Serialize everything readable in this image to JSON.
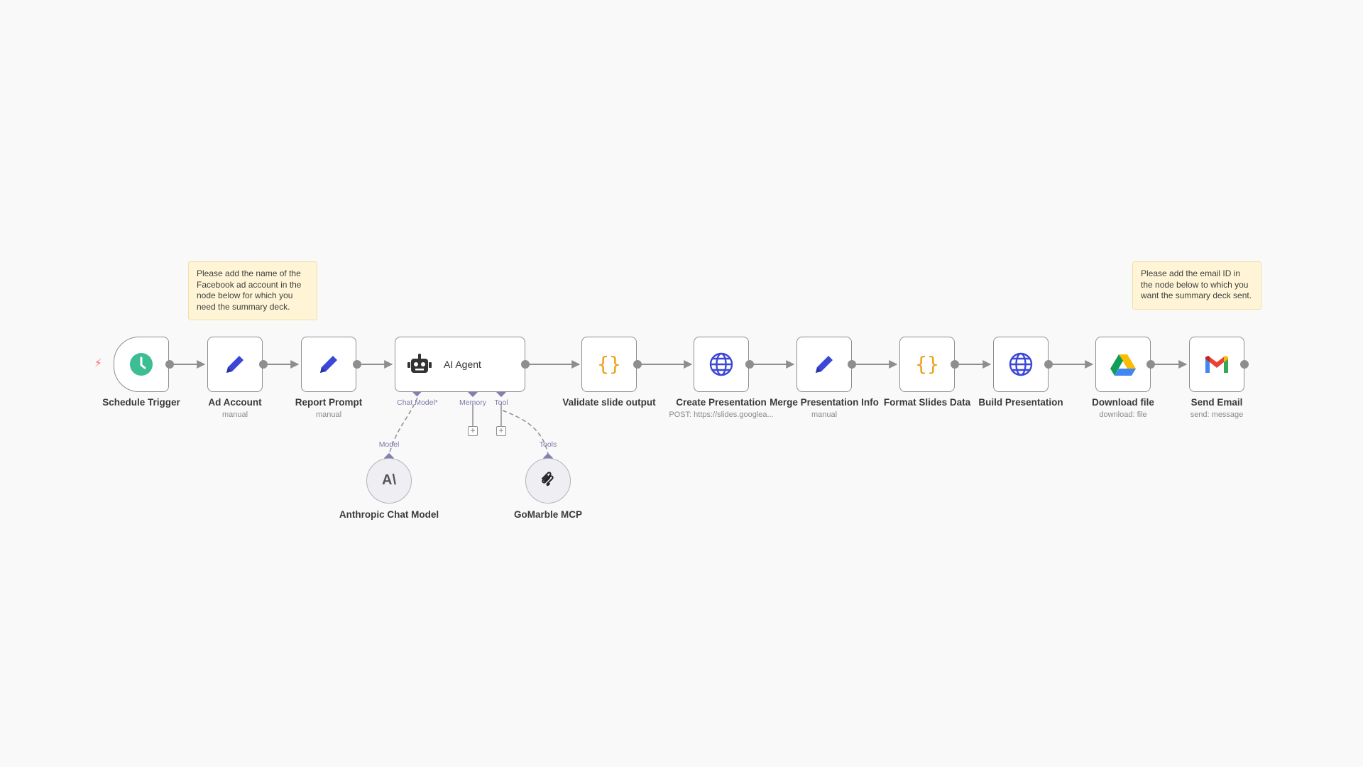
{
  "sticky_notes": [
    {
      "text": "Please add the name of the Facebook ad account in the node below for which you need the summary deck."
    },
    {
      "text": "Please add the email ID in the node below to which you want the summary deck sent."
    }
  ],
  "nodes": {
    "schedule_trigger": {
      "title": "Schedule Trigger",
      "icon": "clock-icon"
    },
    "ad_account": {
      "title": "Ad Account",
      "subtitle": "manual",
      "icon": "pencil-icon"
    },
    "report_prompt": {
      "title": "Report Prompt",
      "subtitle": "manual",
      "icon": "pencil-icon"
    },
    "ai_agent": {
      "title": "AI Agent",
      "icon": "robot-icon",
      "ports": {
        "chat_model": "Chat Model*",
        "memory": "Memory",
        "tool": "Tool"
      }
    },
    "validate_slide_output": {
      "title": "Validate slide output",
      "icon": "braces-icon"
    },
    "create_presentation": {
      "title": "Create Presentation",
      "subtitle": "POST: https://slides.googlea...",
      "icon": "globe-icon"
    },
    "merge_presentation_info": {
      "title": "Merge Presentation Info",
      "subtitle": "manual",
      "icon": "pencil-icon"
    },
    "format_slides_data": {
      "title": "Format Slides Data",
      "icon": "braces-icon"
    },
    "build_presentation": {
      "title": "Build Presentation",
      "icon": "globe-icon"
    },
    "download_file": {
      "title": "Download file",
      "subtitle": "download: file",
      "icon": "google-drive-icon"
    },
    "send_email": {
      "title": "Send Email",
      "subtitle": "send: message",
      "icon": "gmail-icon"
    },
    "anthropic_chat_model": {
      "title": "Anthropic Chat Model",
      "port_label": "Model",
      "icon": "anthropic-icon"
    },
    "gomarble_mcp": {
      "title": "GoMarble MCP",
      "port_label": "Tools",
      "icon": "mcp-icon"
    }
  },
  "colors": {
    "background": "#f9f9f9",
    "node_border": "#8e8e8e",
    "trigger_green": "#3dbd93",
    "pencil_blue": "#3b47d6",
    "braces_orange": "#f0a020",
    "globe_blue": "#3b47d6",
    "sticky_bg": "#fff5d6",
    "sub_port_purple": "#7b7baa"
  }
}
